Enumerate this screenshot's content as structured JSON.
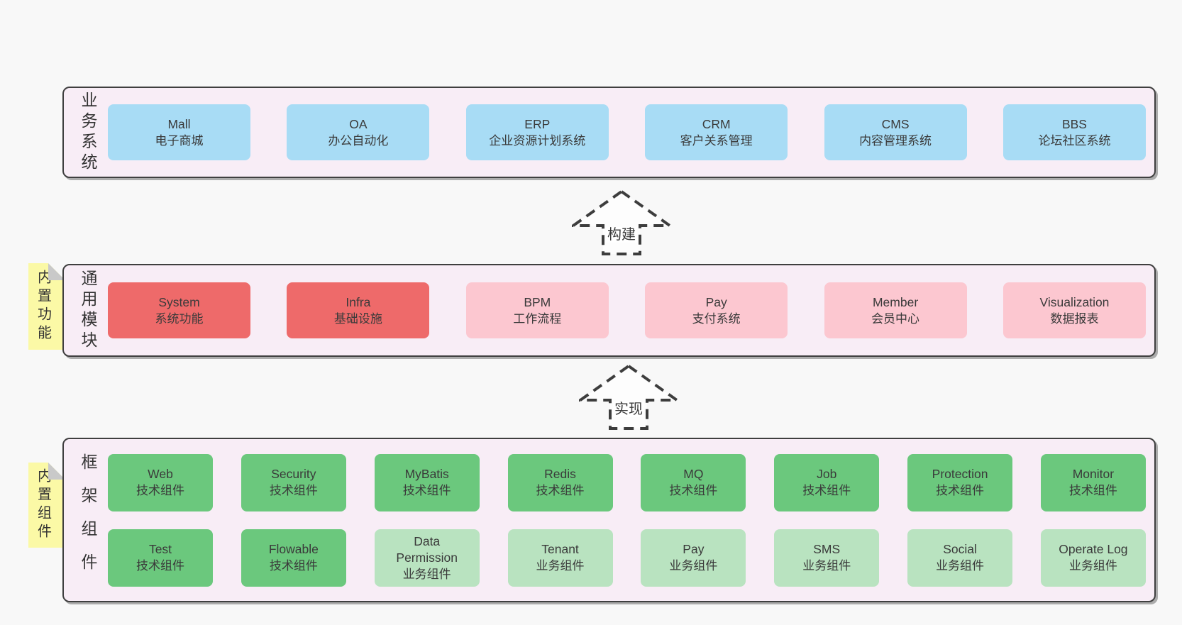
{
  "colors": {
    "page_bg": "#f8f8f8",
    "panel_bg": "#f8edf6",
    "panel_border": "#3f3f3f",
    "blue_box": "#a8dcf5",
    "red_box": "#ee6a6a",
    "pink_box": "#fcc7d0",
    "green_box": "#6bc87d",
    "light_green_box": "#b9e3c0",
    "note_yellow": "#fbf9a6",
    "note_fold_gray": "#c9c9c9",
    "text": "#3a3a3a"
  },
  "arrows": {
    "build": "构建",
    "implement": "实现"
  },
  "layers": {
    "business": {
      "axis_label": "业务系统",
      "boxes": [
        {
          "title": "Mall",
          "subtitle": "电子商城"
        },
        {
          "title": "OA",
          "subtitle": "办公自动化"
        },
        {
          "title": "ERP",
          "subtitle": "企业资源计划系统"
        },
        {
          "title": "CRM",
          "subtitle": "客户关系管理"
        },
        {
          "title": "CMS",
          "subtitle": "内容管理系统"
        },
        {
          "title": "BBS",
          "subtitle": "论坛社区系统"
        }
      ]
    },
    "modules": {
      "note": "内置功能",
      "axis_label": "通用模块",
      "boxes": [
        {
          "title": "System",
          "subtitle": "系统功能",
          "variant": "red"
        },
        {
          "title": "Infra",
          "subtitle": "基础设施",
          "variant": "red"
        },
        {
          "title": "BPM",
          "subtitle": "工作流程",
          "variant": "pink"
        },
        {
          "title": "Pay",
          "subtitle": "支付系统",
          "variant": "pink"
        },
        {
          "title": "Member",
          "subtitle": "会员中心",
          "variant": "pink"
        },
        {
          "title": "Visualization",
          "subtitle": "数据报表",
          "variant": "pink"
        }
      ]
    },
    "components": {
      "note": "内置组件",
      "axis_label": "框架组件",
      "row1": [
        {
          "title": "Web",
          "subtitle": "技术组件",
          "variant": "green"
        },
        {
          "title": "Security",
          "subtitle": "技术组件",
          "variant": "green"
        },
        {
          "title": "MyBatis",
          "subtitle": "技术组件",
          "variant": "green"
        },
        {
          "title": "Redis",
          "subtitle": "技术组件",
          "variant": "green"
        },
        {
          "title": "MQ",
          "subtitle": "技术组件",
          "variant": "green"
        },
        {
          "title": "Job",
          "subtitle": "技术组件",
          "variant": "green"
        },
        {
          "title": "Protection",
          "subtitle": "技术组件",
          "variant": "green"
        },
        {
          "title": "Monitor",
          "subtitle": "技术组件",
          "variant": "green"
        }
      ],
      "row2": [
        {
          "title": "Test",
          "subtitle": "技术组件",
          "variant": "green"
        },
        {
          "title": "Flowable",
          "subtitle": "技术组件",
          "variant": "green"
        },
        {
          "title": "Data\nPermission",
          "subtitle": "业务组件",
          "variant": "lightgreen"
        },
        {
          "title": "Tenant",
          "subtitle": "业务组件",
          "variant": "lightgreen"
        },
        {
          "title": "Pay",
          "subtitle": "业务组件",
          "variant": "lightgreen"
        },
        {
          "title": "SMS",
          "subtitle": "业务组件",
          "variant": "lightgreen"
        },
        {
          "title": "Social",
          "subtitle": "业务组件",
          "variant": "lightgreen"
        },
        {
          "title": "Operate Log",
          "subtitle": "业务组件",
          "variant": "lightgreen"
        }
      ]
    }
  }
}
